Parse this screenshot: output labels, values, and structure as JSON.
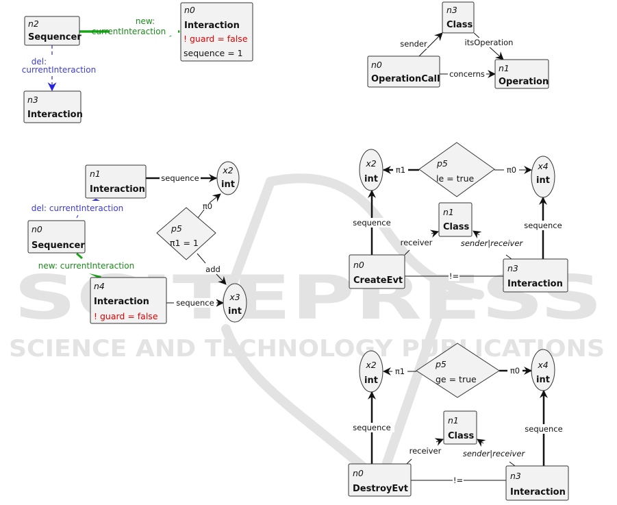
{
  "watermark": {
    "title": "SCITEPRESS",
    "subtitle": "SCIENCE AND TECHNOLOGY PUBLICATIONS"
  },
  "colors": {
    "creator": "#16a516",
    "eraser": "#2525e0",
    "negative_attribute": "#e00000",
    "node_fill": "#f2f2f2"
  },
  "diagrams": {
    "rule_top_left": {
      "nodes": {
        "n2": {
          "id": "n2",
          "type": "Sequencer"
        },
        "n0": {
          "id": "n0",
          "type": "Interaction",
          "attr_negated": "! guard = false",
          "attr": "sequence = 1"
        },
        "n3": {
          "id": "n3",
          "type": "Interaction"
        }
      },
      "edges": {
        "new_current_line1": "new:",
        "new_current_line2": "currentInteraction",
        "del_current_line1": "del:",
        "del_current_line2": "currentInteraction"
      }
    },
    "constraint_top_right": {
      "nodes": {
        "n3": {
          "id": "n3",
          "type": "Class"
        },
        "n0": {
          "id": "n0",
          "type": "OperationCall"
        },
        "n1": {
          "id": "n1",
          "type": "Operation"
        }
      },
      "edges": {
        "sender": "sender",
        "itsOperation": "itsOperation",
        "concerns": "concerns"
      }
    },
    "rule_middle_left": {
      "nodes": {
        "n1": {
          "id": "n1",
          "type": "Interaction"
        },
        "x2": {
          "id": "x2",
          "type": "int"
        },
        "n0": {
          "id": "n0",
          "type": "Sequencer"
        },
        "p5": {
          "id": "p5",
          "expr": "π1 = 1"
        },
        "n4": {
          "id": "n4",
          "type": "Interaction",
          "attr_negated": "! guard = false"
        },
        "x3": {
          "id": "x3",
          "type": "int"
        }
      },
      "edges": {
        "seq_n1_x2": "sequence",
        "pi0": "π0",
        "del_current": "del: currentInteraction",
        "new_current": "new: currentInteraction",
        "add": "add",
        "seq_n4_x3": "sequence"
      }
    },
    "constraint_create": {
      "nodes": {
        "x2": {
          "id": "x2",
          "type": "int"
        },
        "p5": {
          "id": "p5",
          "expr": "le = true"
        },
        "x4": {
          "id": "x4",
          "type": "int"
        },
        "n1": {
          "id": "n1",
          "type": "Class"
        },
        "n0": {
          "id": "n0",
          "type": "CreateEvt"
        },
        "n3": {
          "id": "n3",
          "type": "Interaction"
        }
      },
      "edges": {
        "pi1": "π1",
        "pi0": "π0",
        "seq_left": "sequence",
        "seq_right": "sequence",
        "receiver": "receiver",
        "sender_receiver": "sender|receiver",
        "neq": "!="
      }
    },
    "constraint_destroy": {
      "nodes": {
        "x2": {
          "id": "x2",
          "type": "int"
        },
        "p5": {
          "id": "p5",
          "expr": "ge = true"
        },
        "x4": {
          "id": "x4",
          "type": "int"
        },
        "n1": {
          "id": "n1",
          "type": "Class"
        },
        "n0": {
          "id": "n0",
          "type": "DestroyEvt"
        },
        "n3": {
          "id": "n3",
          "type": "Interaction"
        }
      },
      "edges": {
        "pi1": "π1",
        "pi0": "π0",
        "seq_left": "sequence",
        "seq_right": "sequence",
        "receiver": "receiver",
        "sender_receiver": "sender|receiver",
        "neq": "!="
      }
    }
  }
}
